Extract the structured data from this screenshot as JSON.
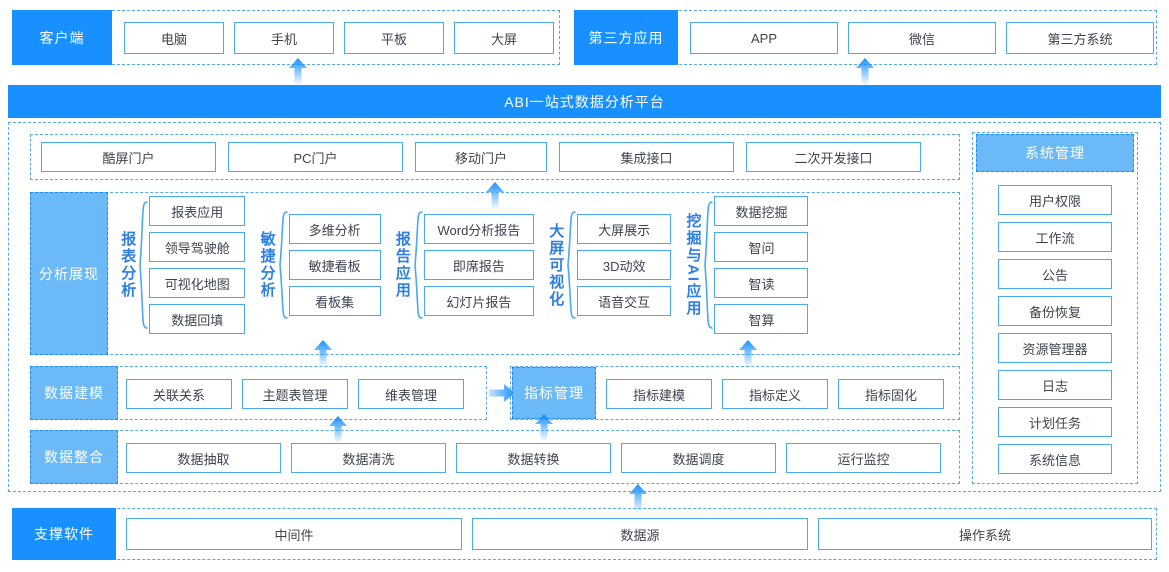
{
  "colors": {
    "primary": "#1890ff",
    "light_header": "#6bb9f7",
    "box_border": "#49a9f4",
    "dash_border": "#53a8f0",
    "label_text": "#2f7fe3",
    "box_text": "#3d4450"
  },
  "client": {
    "header": "客户端",
    "items": [
      "电脑",
      "手机",
      "平板",
      "大屏"
    ]
  },
  "third_party": {
    "header": "第三方应用",
    "items": [
      "APP",
      "微信",
      "第三方系统"
    ]
  },
  "platform": {
    "title": "ABI一站式数据分析平台"
  },
  "portal": {
    "items": [
      "酷屏门户",
      "PC门户",
      "移动门户",
      "集成接口",
      "二次开发接口"
    ]
  },
  "analysis": {
    "header": "分析展现",
    "groups": [
      {
        "label": "报表分析",
        "items": [
          "报表应用",
          "领导驾驶舱",
          "可视化地图",
          "数据回填"
        ]
      },
      {
        "label": "敏捷分析",
        "items": [
          "多维分析",
          "敏捷看板",
          "看板集"
        ]
      },
      {
        "label": "报告应用",
        "items": [
          "Word分析报告",
          "即席报告",
          "幻灯片报告"
        ]
      },
      {
        "label": "大屏可视化",
        "items": [
          "大屏展示",
          "3D动效",
          "语音交互"
        ]
      },
      {
        "label": "挖掘与AI应用",
        "items": [
          "数据挖掘",
          "智问",
          "智读",
          "智算"
        ]
      }
    ]
  },
  "modeling": {
    "header": "数据建模",
    "items": [
      "关联关系",
      "主题表管理",
      "维表管理"
    ]
  },
  "metrics": {
    "header": "指标管理",
    "items": [
      "指标建模",
      "指标定义",
      "指标固化"
    ]
  },
  "integration": {
    "header": "数据整合",
    "items": [
      "数据抽取",
      "数据清洗",
      "数据转换",
      "数据调度",
      "运行监控"
    ]
  },
  "system_management": {
    "header": "系统管理",
    "items": [
      "用户权限",
      "工作流",
      "公告",
      "备份恢复",
      "资源管理器",
      "日志",
      "计划任务",
      "系统信息"
    ]
  },
  "support": {
    "header": "支撑软件",
    "items": [
      "中间件",
      "数据源",
      "操作系统"
    ]
  }
}
